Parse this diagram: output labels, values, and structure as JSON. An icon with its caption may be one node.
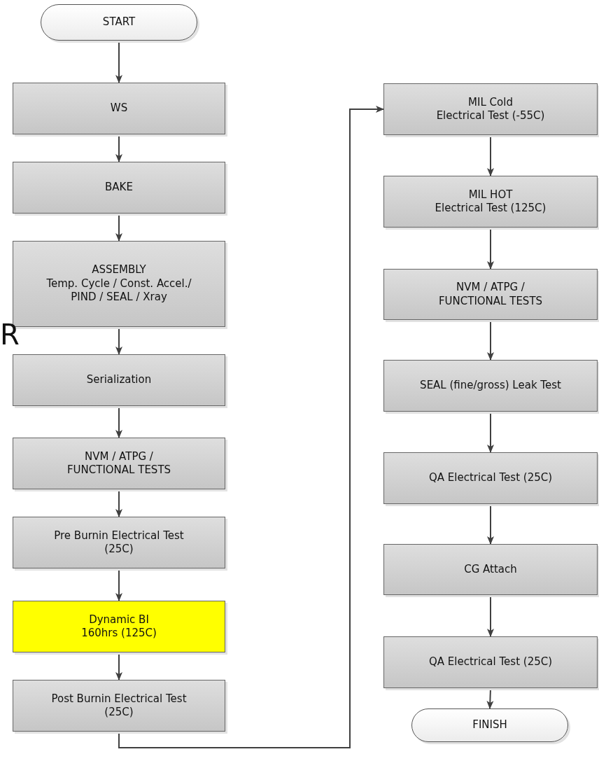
{
  "diagram": {
    "nodes": [
      {
        "text": [
          "START"
        ]
      },
      {
        "text": [
          "WS"
        ]
      },
      {
        "text": [
          "BAKE"
        ]
      },
      {
        "text": [
          "ASSEMBLY",
          "Temp. Cycle / Const. Accel./ PIND / SEAL / Xray"
        ]
      },
      {
        "text": [
          "Serialization"
        ]
      },
      {
        "text": [
          "NVM / ATPG / FUNCTIONAL TESTS"
        ]
      },
      {
        "text": [
          "Pre Burnin Electrical Test (25C)"
        ]
      },
      {
        "text": [
          "Dynamic BI",
          "160hrs (125C)"
        ]
      },
      {
        "text": [
          "Post Burnin Electrical Test (25C)"
        ]
      },
      {
        "text": [
          "MIL Cold",
          "Electrical Test (-55C)"
        ]
      },
      {
        "text": [
          "MIL HOT",
          "Electrical Test (125C)"
        ]
      },
      {
        "text": [
          "NVM / ATPG / FUNCTIONAL TESTS"
        ]
      },
      {
        "text": [
          "SEAL (fine/gross) Leak Test"
        ]
      },
      {
        "text": [
          "QA Electrical Test (25C)"
        ]
      },
      {
        "text": [
          "CG Attach"
        ]
      },
      {
        "text": [
          "QA Electrical Test (25C)"
        ]
      },
      {
        "text": [
          "FINISH"
        ]
      }
    ],
    "edges": [
      {
        "from": 0,
        "to": 1,
        "arrow": "to"
      },
      {
        "from": 1,
        "to": 2,
        "arrow": "to"
      },
      {
        "from": 2,
        "to": 3,
        "arrow": "to"
      },
      {
        "from": 3,
        "to": 4,
        "arrow": "to"
      },
      {
        "from": 4,
        "to": 5,
        "arrow": "to"
      },
      {
        "from": 5,
        "to": 6,
        "arrow": "to"
      },
      {
        "from": 6,
        "to": 7,
        "arrow": "to"
      },
      {
        "from": 7,
        "to": 8,
        "arrow": "to"
      },
      {
        "from": 8,
        "to": 9,
        "arrow": "to"
      },
      {
        "from": 9,
        "to": 10,
        "arrow": "to"
      },
      {
        "from": 10,
        "to": 11,
        "arrow": "to"
      },
      {
        "from": 11,
        "to": 12,
        "arrow": "to"
      },
      {
        "from": 12,
        "to": 13,
        "arrow": "to"
      },
      {
        "from": 13,
        "to": 14,
        "arrow": "to"
      },
      {
        "from": 14,
        "to": 15,
        "arrow": "to"
      },
      {
        "from": 15,
        "to": 16,
        "arrow": "to"
      }
    ],
    "labels": [
      "R"
    ]
  }
}
